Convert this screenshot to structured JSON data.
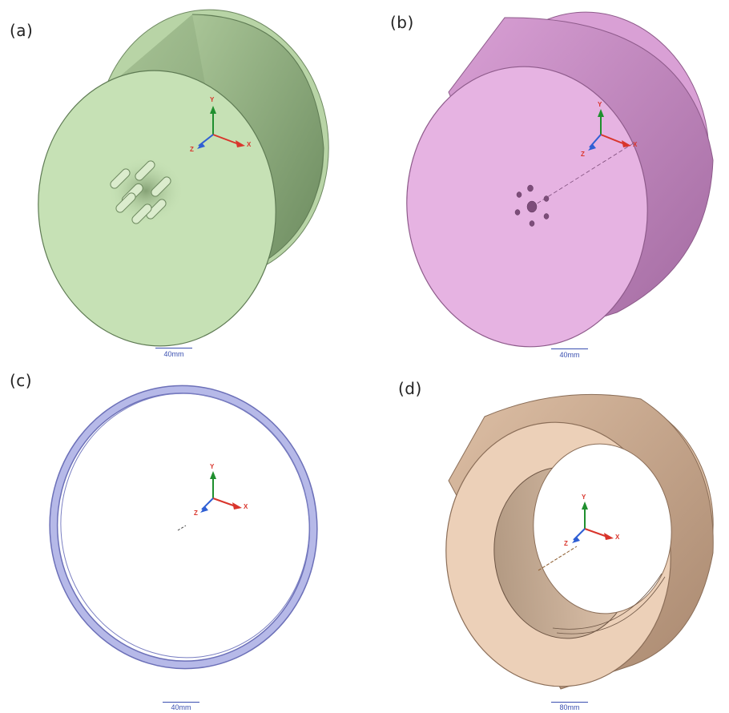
{
  "panels": [
    {
      "label": "(a)",
      "scale": "40mm",
      "color": "#c6e1b5"
    },
    {
      "label": "(b)",
      "scale": "40mm",
      "color": "#e6b3e2"
    },
    {
      "label": "(c)",
      "scale": "40mm",
      "color": "#b6b9e8"
    },
    {
      "label": "(d)",
      "scale": "80mm",
      "color": "#ecd0b8"
    }
  ],
  "axes": {
    "x": "X",
    "y": "Y",
    "z": "Z",
    "x_color": "#d9352c",
    "y_color": "#1f8f2e",
    "z_color": "#2f5fd4"
  }
}
